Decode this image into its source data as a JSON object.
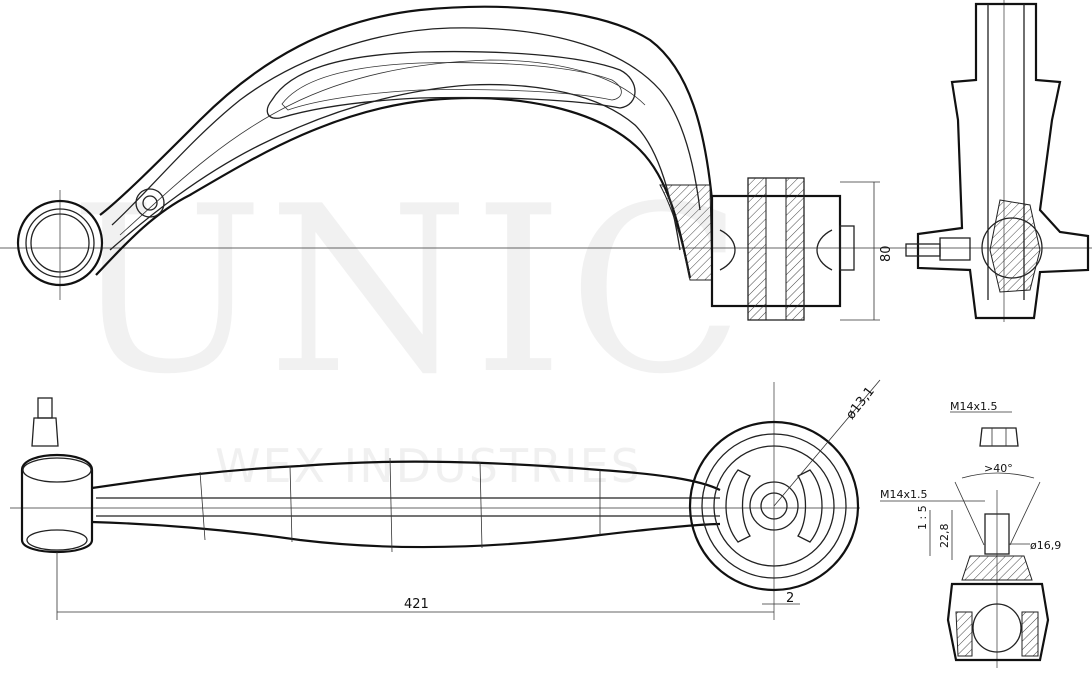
{
  "watermark": {
    "brand": "UNIC",
    "company": "WEX INDUSTRIES"
  },
  "dimensions": {
    "bushing_height": "80",
    "arm_length": "421",
    "offset": "2",
    "hole_diameter": "ø13,1",
    "nut_thread": "M14x1.5",
    "stud_thread": "M14x1.5",
    "cone_angle": ">40°",
    "taper_ratio": "1 : 5",
    "stud_length": "22,8",
    "stud_diameter": "ø16,9"
  }
}
